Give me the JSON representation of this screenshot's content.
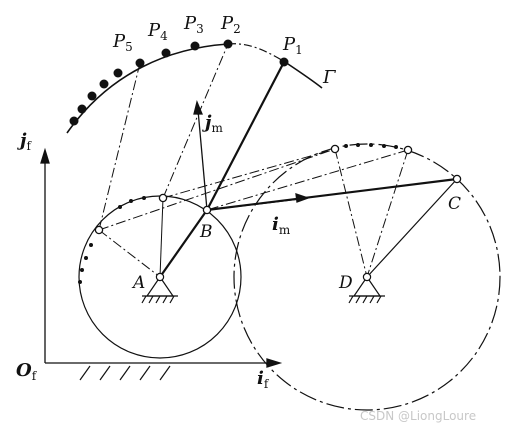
{
  "diagram": {
    "labels": {
      "P1_main": "P",
      "P1_sub": "1",
      "P2_main": "P",
      "P2_sub": "2",
      "P3_main": "P",
      "P3_sub": "3",
      "P4_main": "P",
      "P4_sub": "4",
      "P5_main": "P",
      "P5_sub": "5",
      "Gamma": "Γ",
      "jm_main": "j",
      "jm_sub": "m",
      "jf_main": "j",
      "jf_sub": "f",
      "im_main": "i",
      "im_sub": "m",
      "if_main": "i",
      "if_sub": "f",
      "Of_main": "O",
      "Of_sub": "f",
      "A": "A",
      "B": "B",
      "C": "C",
      "D": "D"
    },
    "watermark": "CSDN @LiongLoure"
  },
  "colors": {
    "ink": "#111111",
    "background": "#ffffff",
    "watermark": "#c8c8c8"
  }
}
